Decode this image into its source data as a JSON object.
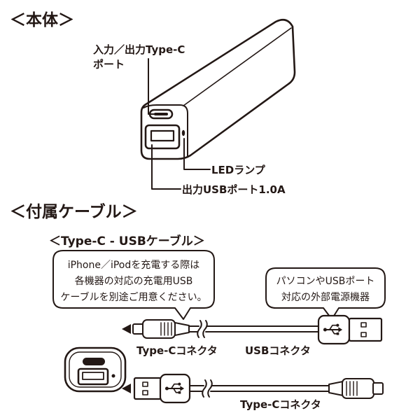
{
  "main_unit": {
    "heading": "＜本体＞",
    "labels": {
      "type_c_port_line1": "入力／出力Type-C",
      "type_c_port_line2": "ポート",
      "led": "LEDランプ",
      "usb_port": "出力USBポート1.0A"
    }
  },
  "accessories": {
    "heading": "＜付属ケーブル＞",
    "cable_heading": "＜Type-C - USBケーブル＞",
    "note_left": [
      "iPhone／iPodを充電する際は",
      "各機器の対応の充電用USB",
      "ケーブルを別途ご用意ください。"
    ],
    "note_right": [
      "パソコンやUSBポート",
      "対応の外部電源機器"
    ],
    "cable1": {
      "left_label": "Type-Cコネクタ",
      "right_label": "USBコネクタ"
    },
    "cable2": {
      "right_label": "Type-Cコネクタ"
    }
  },
  "icons": {
    "usb": "usb-symbol-icon",
    "arrow": "arrow-left-icon"
  },
  "colors": {
    "ink": "#231815",
    "background": "#ffffff"
  }
}
